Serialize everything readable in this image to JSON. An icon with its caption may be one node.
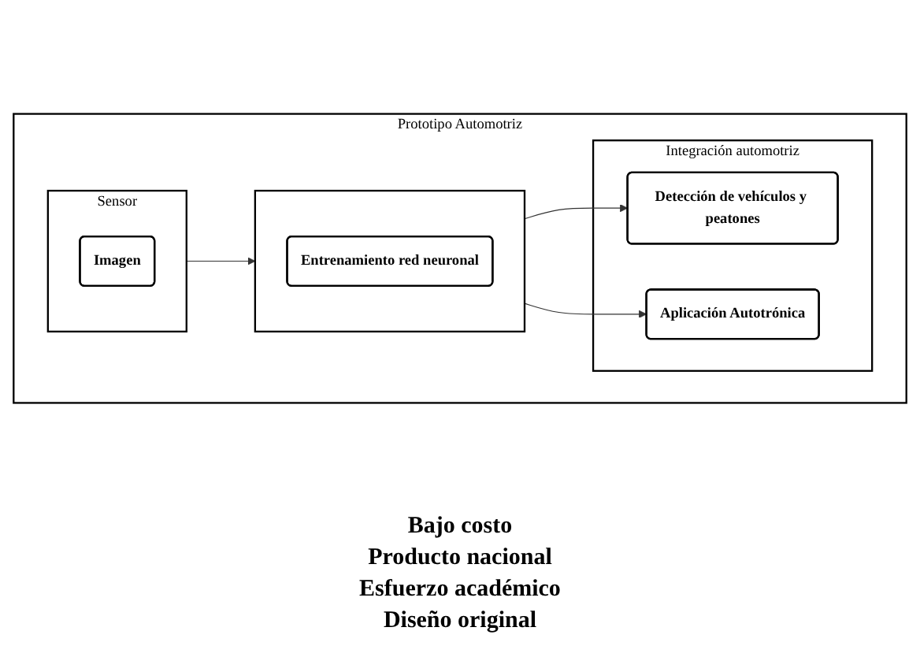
{
  "diagram": {
    "nodes": [
      {
        "text": [
          "Prototipo Automotriz"
        ]
      },
      {
        "text": [
          "Sensor"
        ],
        "in": 0
      },
      {
        "text": [
          "Imagen"
        ],
        "in": 1
      },
      {
        "text": [],
        "shape": "box",
        "in": 0
      },
      {
        "text": [
          "Entrenamiento red neuronal"
        ],
        "in": 3
      },
      {
        "text": [
          "Integración automotriz"
        ],
        "in": 0
      },
      {
        "text": [
          "Detección de vehículos y peatones"
        ],
        "in": 5
      },
      {
        "text": [
          "Aplicación Autotrónica"
        ],
        "in": 5
      }
    ],
    "edges": [
      {
        "from": 1,
        "to": 3,
        "arrow": "to"
      },
      {
        "from": 3,
        "to": 6,
        "arrow": "to"
      },
      {
        "from": 3,
        "to": 7,
        "arrow": "to"
      }
    ],
    "labels": [
      "Bajo costo",
      "Producto nacional",
      "Esfuerzo académico",
      "Diseño original"
    ]
  }
}
